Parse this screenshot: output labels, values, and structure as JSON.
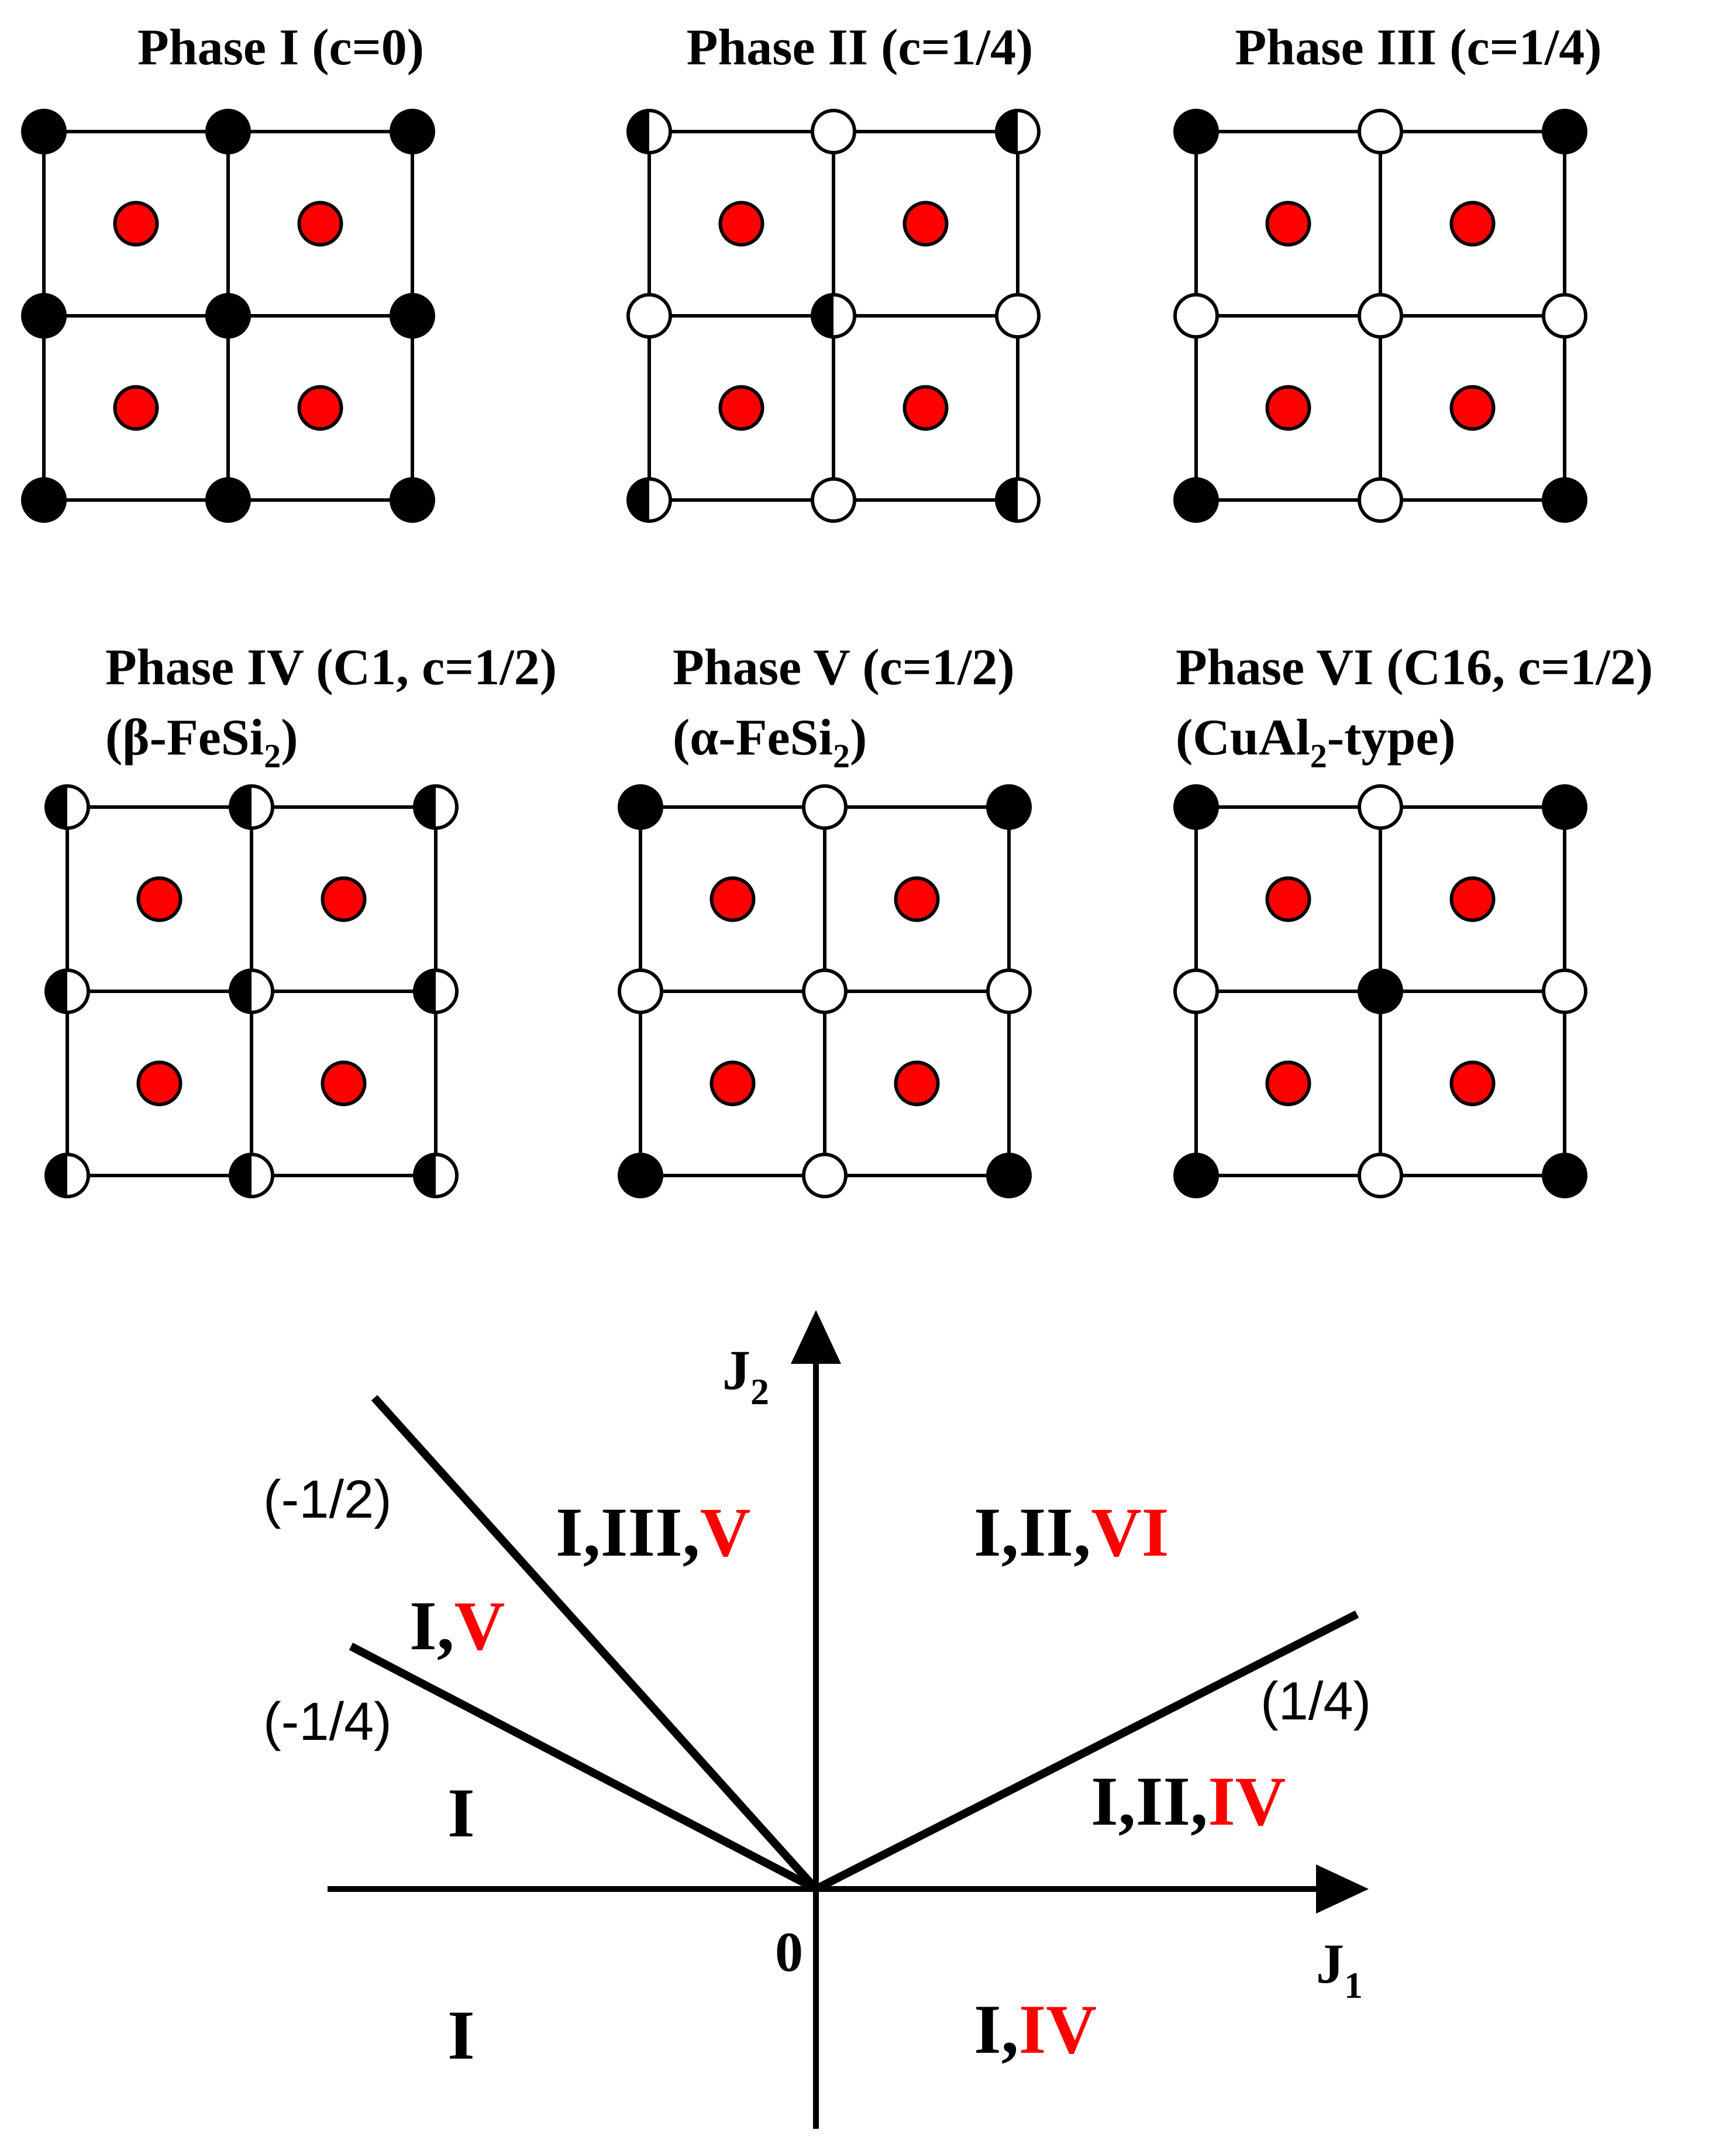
{
  "colors": {
    "dominant": "#ff0000",
    "occupied": "#000000",
    "vacant": "#ffffff",
    "accent_text": "#ff0000"
  },
  "phases": [
    {
      "title": "Phase I (c=0)",
      "subtitle": null,
      "subtitle_sub": null,
      "subtitle_tail": null,
      "corners": "filled",
      "edges": "filled",
      "center": "filled"
    },
    {
      "title": "Phase II (c=1/4)",
      "subtitle": null,
      "subtitle_sub": null,
      "subtitle_tail": null,
      "corners": "half",
      "edges": "empty",
      "center": "half"
    },
    {
      "title": "Phase III (c=1/4)",
      "subtitle": null,
      "subtitle_sub": null,
      "subtitle_tail": null,
      "corners": "filled",
      "edges": "empty",
      "center": "empty"
    },
    {
      "title": "Phase IV (C1, c=1/2)",
      "subtitle": "(β-FeSi",
      "subtitle_sub": "2",
      "subtitle_tail": ")",
      "corners": "half",
      "edges": "half",
      "center": "half"
    },
    {
      "title": "Phase V (c=1/2)",
      "subtitle": "(α-FeSi",
      "subtitle_sub": "2",
      "subtitle_tail": ")",
      "corners": "filled",
      "edges": "empty",
      "center": "empty"
    },
    {
      "title": "Phase VI (C16, c=1/2)",
      "subtitle": "(CuAl",
      "subtitle_sub": "2",
      "subtitle_tail": "-type)",
      "corners": "filled",
      "edges": "empty",
      "center": "filled"
    }
  ],
  "diagram": {
    "x_axis": {
      "label": "J",
      "sub": "1"
    },
    "y_axis": {
      "label": "J",
      "sub": "2"
    },
    "origin_label": "0",
    "boundary_slopes": [
      {
        "label": "(-1/2)",
        "slope": -0.5
      },
      {
        "label": "(-1/4)",
        "slope": -0.25
      },
      {
        "label": "(1/4)",
        "slope": 0.25
      }
    ],
    "regions": [
      {
        "id": "upper-left",
        "black": "I,III,",
        "red": "V"
      },
      {
        "id": "upper-right",
        "black": "I,II,",
        "red": "VI"
      },
      {
        "id": "left-mid",
        "black": "I,",
        "red": "V"
      },
      {
        "id": "left-lower",
        "black": "I",
        "red": ""
      },
      {
        "id": "right-mid",
        "black": "I,II,",
        "red": "IV"
      },
      {
        "id": "bottom-left",
        "black": "I",
        "red": ""
      },
      {
        "id": "bottom-right",
        "black": "I,",
        "red": "IV"
      }
    ]
  }
}
